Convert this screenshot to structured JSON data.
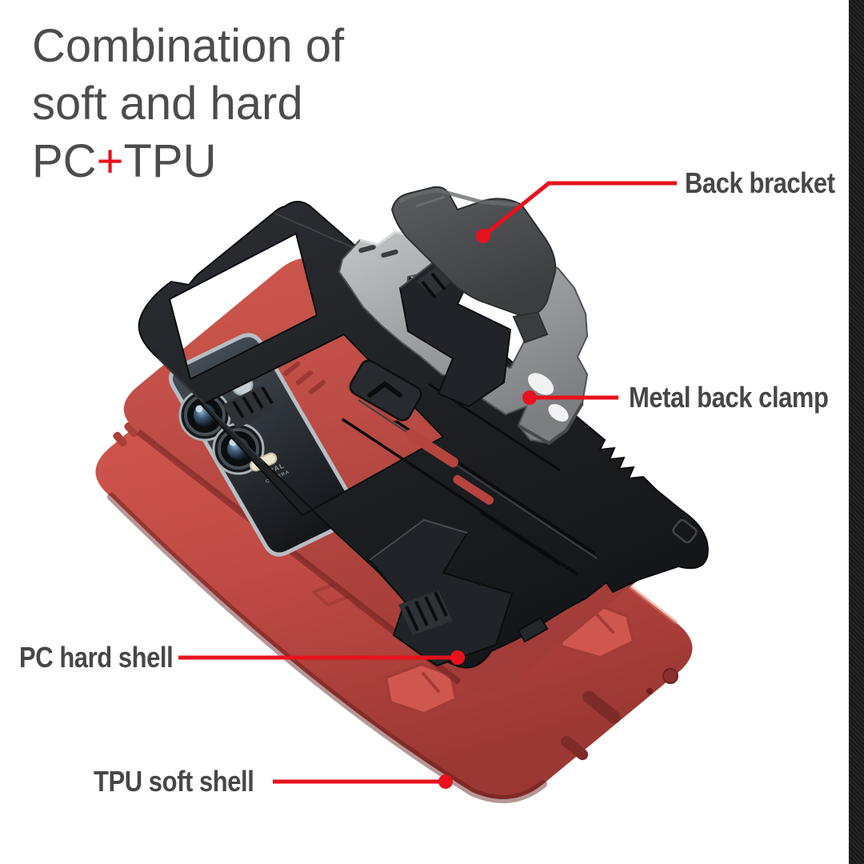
{
  "theme": {
    "background": "#ffffff",
    "accent_red": "#e8111c",
    "title_text": "#4c4c4e",
    "label_text": "#474747",
    "side_strip": "#191919",
    "tpu_red": "#c9534c",
    "phone_red": "#c24d47",
    "shell_black": "#1d2023",
    "metal_gray": "#a7a8ab",
    "bracket_gray": "#4b4d50"
  },
  "title": {
    "line1": "Combination of",
    "line2": "soft and hard",
    "line3_pc": "PC",
    "line3_plus": "+",
    "line3_tpu": "TPU"
  },
  "callouts": {
    "items": [
      {
        "id": "back-bracket",
        "label": "Back bracket"
      },
      {
        "id": "metal-back-clamp",
        "label": "Metal back clamp"
      },
      {
        "id": "pc-hard-shell",
        "label": "PC hard shell"
      },
      {
        "id": "tpu-soft-shell",
        "label": "TPU soft shell"
      }
    ]
  },
  "product": {
    "camera_badge": {
      "line1": "DUAL",
      "line2": "CAMERA"
    }
  }
}
